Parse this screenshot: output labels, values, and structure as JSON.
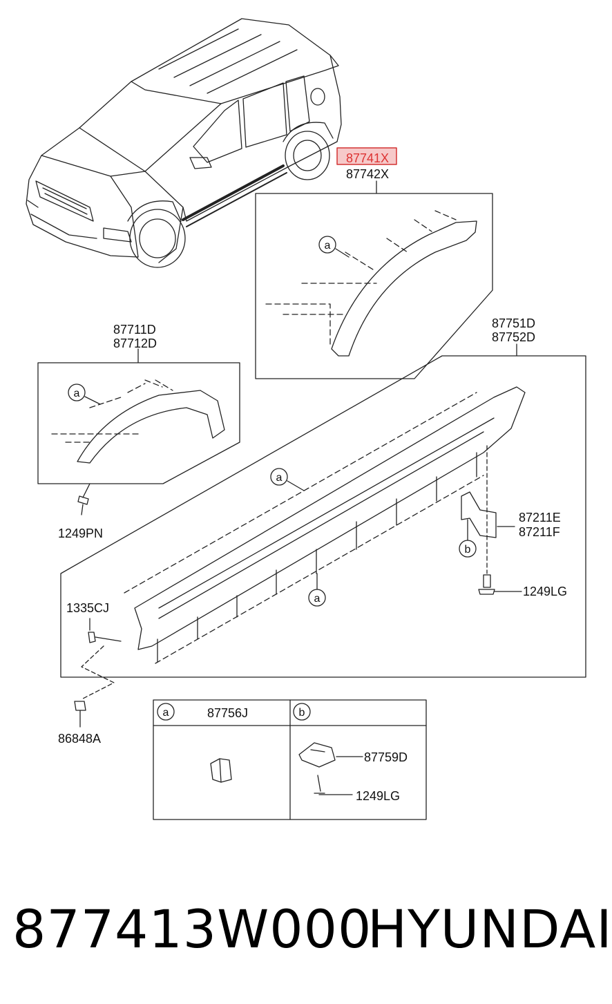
{
  "callouts": {
    "mold_rear_a": "87741X",
    "mold_rear_b": "87742X",
    "mold_front_a": "87711D",
    "mold_front_b": "87712D",
    "sill_a": "87751D",
    "sill_b": "87752D",
    "bracket_a": "87211E",
    "bracket_b": "87211F",
    "screw_front": "1249PN",
    "screw_sill": "1249LG",
    "clip_sill": "1335CJ",
    "grommet": "86848A"
  },
  "markers": {
    "a": "a",
    "b": "b"
  },
  "legend": {
    "a_part": "87756J",
    "b_part_1": "87759D",
    "b_part_2": "1249LG"
  },
  "footer": {
    "part_number": "877413W000",
    "brand": "HYUNDAI"
  },
  "colors": {
    "highlight": "#d33333",
    "line": "#222222"
  }
}
